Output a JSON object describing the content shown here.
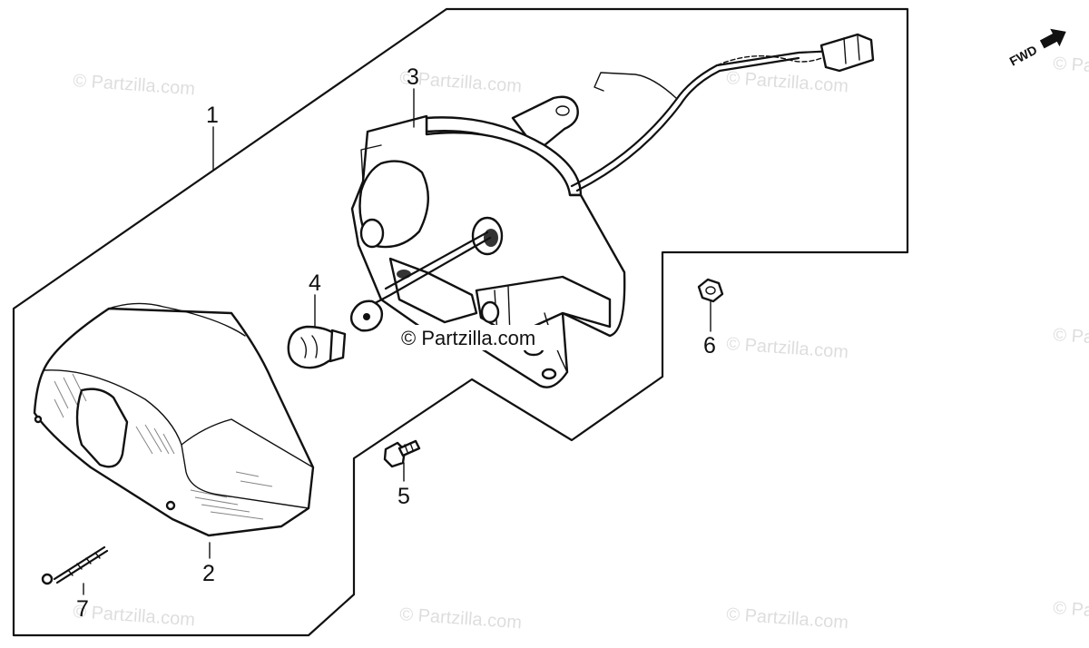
{
  "diagram": {
    "direction_label": "FWD",
    "watermark_text": "© Partzilla.com",
    "center_watermark_text": "© Partzilla.com",
    "callouts": [
      {
        "id": "1",
        "label": "1"
      },
      {
        "id": "2",
        "label": "2"
      },
      {
        "id": "3",
        "label": "3"
      },
      {
        "id": "4",
        "label": "4"
      },
      {
        "id": "5",
        "label": "5"
      },
      {
        "id": "6",
        "label": "6"
      },
      {
        "id": "7",
        "label": "7"
      }
    ]
  }
}
